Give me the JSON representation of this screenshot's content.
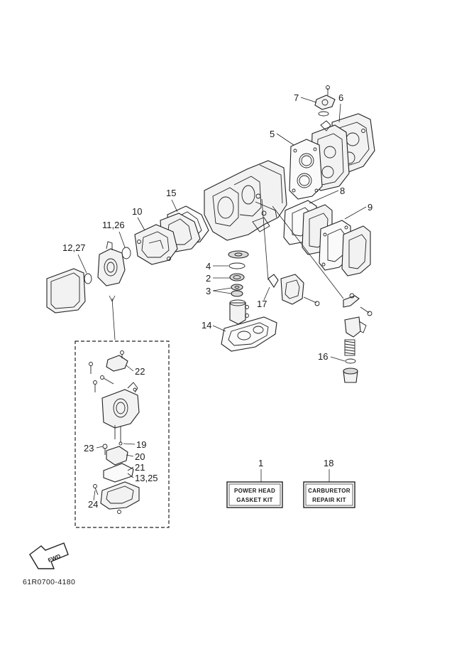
{
  "callouts": {
    "c1": "1",
    "c2": "2",
    "c3": "3",
    "c4": "4",
    "c5": "5",
    "c6": "6",
    "c7": "7",
    "c8": "8",
    "c9": "9",
    "c10": "10",
    "c11_26": "11,26",
    "c12_27": "12,27",
    "c13_25": "13,25",
    "c14": "14",
    "c15": "15",
    "c16": "16",
    "c17": "17",
    "c18": "18",
    "c19": "19",
    "c20": "20",
    "c21": "21",
    "c22": "22",
    "c23": "23",
    "c24": "24"
  },
  "kits": {
    "power_head_line1": "POWER HEAD",
    "power_head_line2": "GASKET KIT",
    "carburetor_line1": "CARBURETOR",
    "carburetor_line2": "REPAIR KIT"
  },
  "direction_arrow_label": "FWD",
  "drawing_code": "61R0700-4180"
}
